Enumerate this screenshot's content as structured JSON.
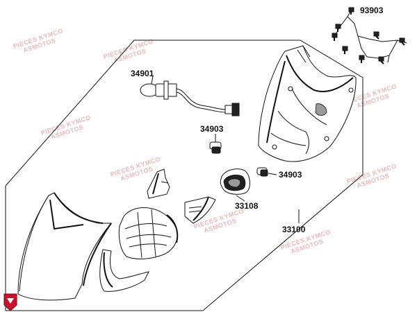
{
  "diagram": {
    "callouts": {
      "bolts": "93903",
      "bulb": "34901",
      "bulb_socket_upper": "34903",
      "bulb_socket_right": "34903",
      "lamp_unit": "33108",
      "headlight_assembly": "33100"
    },
    "watermark_line1": "PIECES KYMCO",
    "watermark_line2": "ASMOTOS"
  },
  "colors": {
    "line": "#111111",
    "watermark": "#e9b8b8",
    "badge": "#c8102e"
  }
}
